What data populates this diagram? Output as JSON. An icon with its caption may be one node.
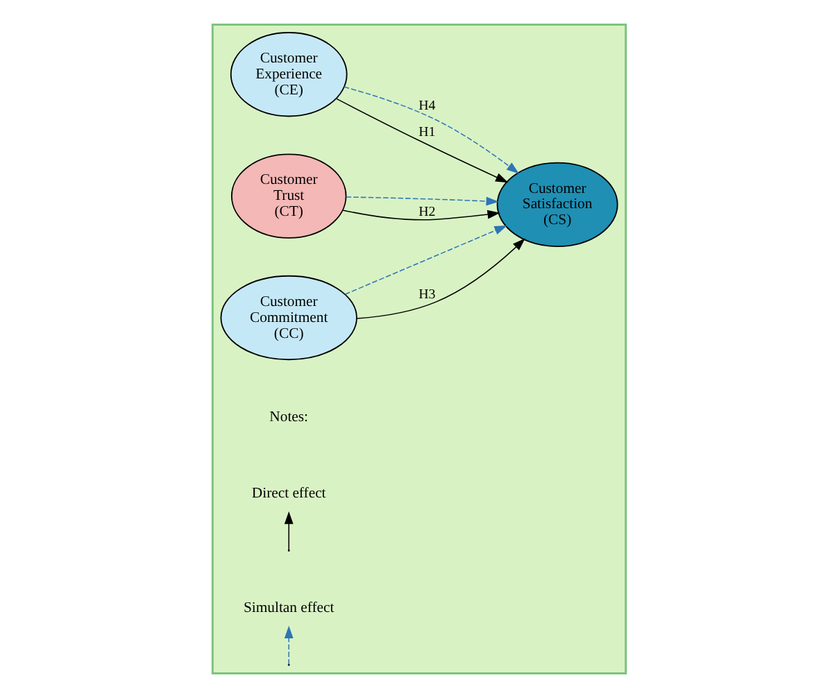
{
  "diagram": {
    "nodes": [
      {
        "text": [],
        "shape": "pentagon"
      },
      {
        "text": [
          "Customer Experience (CE)"
        ],
        "in": 0
      },
      {
        "text": [
          "Customer Trust (CT)"
        ],
        "in": 0
      },
      {
        "text": [
          "Customer Commitment (CC)"
        ],
        "in": 0
      },
      {
        "text": [
          "Customer Satisfaction (CS)"
        ],
        "in": 0
      }
    ],
    "edges": [
      {
        "from": 1,
        "to": 4,
        "arrow": "to",
        "label": "H1"
      },
      {
        "from": 2,
        "to": 4,
        "arrow": "to",
        "label": "H2"
      },
      {
        "from": 3,
        "to": 4,
        "arrow": "to",
        "label": "H3"
      },
      {
        "from": 1,
        "to": 4,
        "arrow": "to",
        "label": "H4",
        "style": "dashed",
        "color": "#2e75b6"
      },
      {
        "from": 2,
        "to": 4,
        "arrow": "to",
        "style": "dashed",
        "color": "#2e75b6"
      },
      {
        "from": 3,
        "to": 4,
        "arrow": "to",
        "style": "dashed",
        "color": "#2e75b6"
      }
    ],
    "labels": [
      "Notes:"
    ],
    "legend": [
      {
        "text": "Direct effect"
      },
      {
        "text": "Simultan effect"
      }
    ]
  }
}
